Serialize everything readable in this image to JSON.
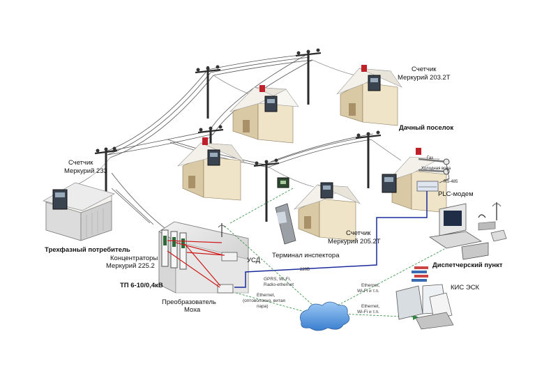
{
  "labels": {
    "meter_203_l1": "Счетчик",
    "meter_203_l2": "Меркурий 203.2T",
    "village": "Дачный поселок",
    "meter_233_l1": "Счетчик",
    "meter_233_l2": "Меркурий 233",
    "three_phase": "Трехфазный потребитель",
    "gas": "Газ",
    "cold_water": "Холодная вода",
    "rs485": "RS-485",
    "plc_modem": "PLC-модем",
    "concentrators_l1": "Концентраторы",
    "concentrators_l2": "Меркурий 225.2",
    "usd": "УСД",
    "tp": "ТП 6-10/0,4кВ",
    "converter_l1": "Преобразователь",
    "converter_l2": "Моха",
    "v220": "220В",
    "inspector": "Терминал инспектора",
    "meter_205_l1": "Счетчик",
    "meter_205_l2": "Меркурий 205.2T",
    "dispatch": "Диспетчерский пункт",
    "kis": "КИС ЭСК",
    "gprs_l1": "GPRS, Wi-Fi,",
    "gprs_l2": "Radio-ethernet",
    "eth_left_l1": "Ethernet,",
    "eth_left_l2": "(оптоволокно, витая",
    "eth_left_l3": "пара)",
    "eth_mid_l1": "Ethernet,",
    "eth_mid_l2": "Wi-Fi и т.п.",
    "eth_low_l1": "Ethernet,",
    "eth_low_l2": "Wi-Fi и т.п."
  },
  "colors": {
    "house_wall": "#efe3c8",
    "roof": "#f4f1ea",
    "chimney": "#c0202a",
    "meter": "#3a4450",
    "pole": "#2a2a2a",
    "wire": "#555555",
    "red_link": "#d01818",
    "blue_link": "#1a2a9a",
    "green_link": "#2c8c3c",
    "cloud": "#4a8fd8"
  }
}
